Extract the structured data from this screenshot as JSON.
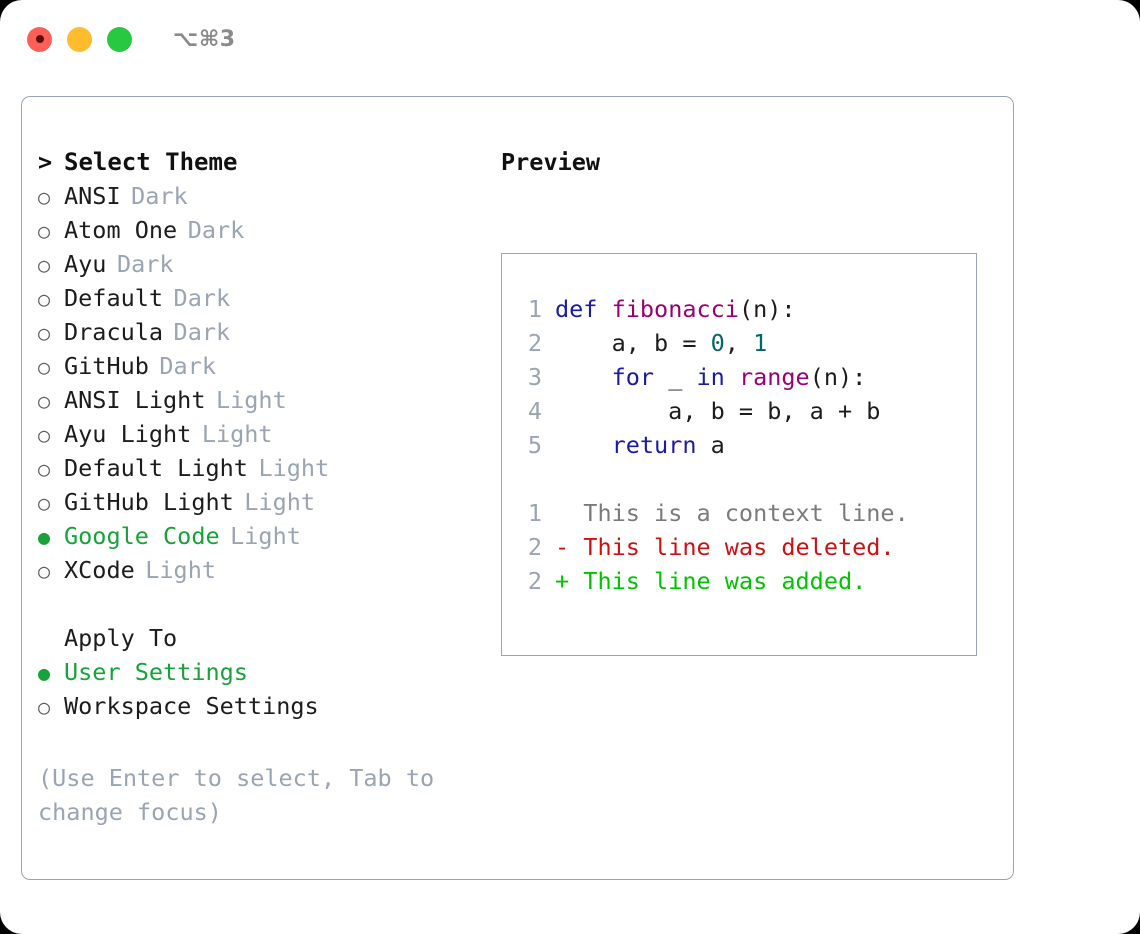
{
  "window": {
    "traffic_lights": [
      "close",
      "minimize",
      "maximize"
    ],
    "shortcut_badge": "⌥⌘3",
    "accent_green": "#17a339",
    "border_color": "#9aa4b2"
  },
  "left_panel": {
    "header": {
      "marker": ">",
      "label": "Select Theme"
    },
    "themes": [
      {
        "marker": "○",
        "name": "ANSI",
        "kind": "Dark",
        "selected": false
      },
      {
        "marker": "○",
        "name": "Atom One",
        "kind": "Dark",
        "selected": false
      },
      {
        "marker": "○",
        "name": "Ayu",
        "kind": "Dark",
        "selected": false
      },
      {
        "marker": "○",
        "name": "Default",
        "kind": "Dark",
        "selected": false
      },
      {
        "marker": "○",
        "name": "Dracula",
        "kind": "Dark",
        "selected": false
      },
      {
        "marker": "○",
        "name": "GitHub",
        "kind": "Dark",
        "selected": false
      },
      {
        "marker": "○",
        "name": "ANSI Light",
        "kind": "Light",
        "selected": false
      },
      {
        "marker": "○",
        "name": "Ayu Light",
        "kind": "Light",
        "selected": false
      },
      {
        "marker": "○",
        "name": "Default Light",
        "kind": "Light",
        "selected": false
      },
      {
        "marker": "○",
        "name": "GitHub Light",
        "kind": "Light",
        "selected": false
      },
      {
        "marker": "●",
        "name": "Google Code",
        "kind": "Light",
        "selected": true
      },
      {
        "marker": "○",
        "name": "XCode",
        "kind": "Light",
        "selected": false
      }
    ],
    "apply_to": {
      "label": "Apply To",
      "options": [
        {
          "marker": "●",
          "name": "User Settings",
          "selected": true
        },
        {
          "marker": "○",
          "name": "Workspace Settings",
          "selected": false
        }
      ]
    },
    "hint": "(Use Enter to select, Tab to change focus)"
  },
  "right_panel": {
    "title": "Preview",
    "code_lines": [
      {
        "number": "1",
        "tokens": [
          {
            "t": "def",
            "c": "kw"
          },
          {
            "t": " ",
            "c": "plain"
          },
          {
            "t": "fibonacci",
            "c": "fn"
          },
          {
            "t": "(n):",
            "c": "plain"
          }
        ]
      },
      {
        "number": "2",
        "tokens": [
          {
            "t": "    a, b = ",
            "c": "plain"
          },
          {
            "t": "0",
            "c": "num"
          },
          {
            "t": ", ",
            "c": "plain"
          },
          {
            "t": "1",
            "c": "num"
          }
        ]
      },
      {
        "number": "3",
        "tokens": [
          {
            "t": "    ",
            "c": "plain"
          },
          {
            "t": "for",
            "c": "kw"
          },
          {
            "t": " _ ",
            "c": "plain"
          },
          {
            "t": "in",
            "c": "kw"
          },
          {
            "t": " ",
            "c": "plain"
          },
          {
            "t": "range",
            "c": "fn"
          },
          {
            "t": "(n):",
            "c": "plain"
          }
        ]
      },
      {
        "number": "4",
        "tokens": [
          {
            "t": "        a, b = b, a + b",
            "c": "plain"
          }
        ]
      },
      {
        "number": "5",
        "tokens": [
          {
            "t": "    ",
            "c": "plain"
          },
          {
            "t": "return",
            "c": "kw"
          },
          {
            "t": " a",
            "c": "plain"
          }
        ]
      }
    ],
    "diff_lines": [
      {
        "number": "1",
        "sign": " ",
        "text": " This is a context line.",
        "kind": "context"
      },
      {
        "number": "2",
        "sign": "-",
        "text": " This line was deleted.",
        "kind": "del"
      },
      {
        "number": "2",
        "sign": "+",
        "text": " This line was added.",
        "kind": "add"
      }
    ]
  }
}
